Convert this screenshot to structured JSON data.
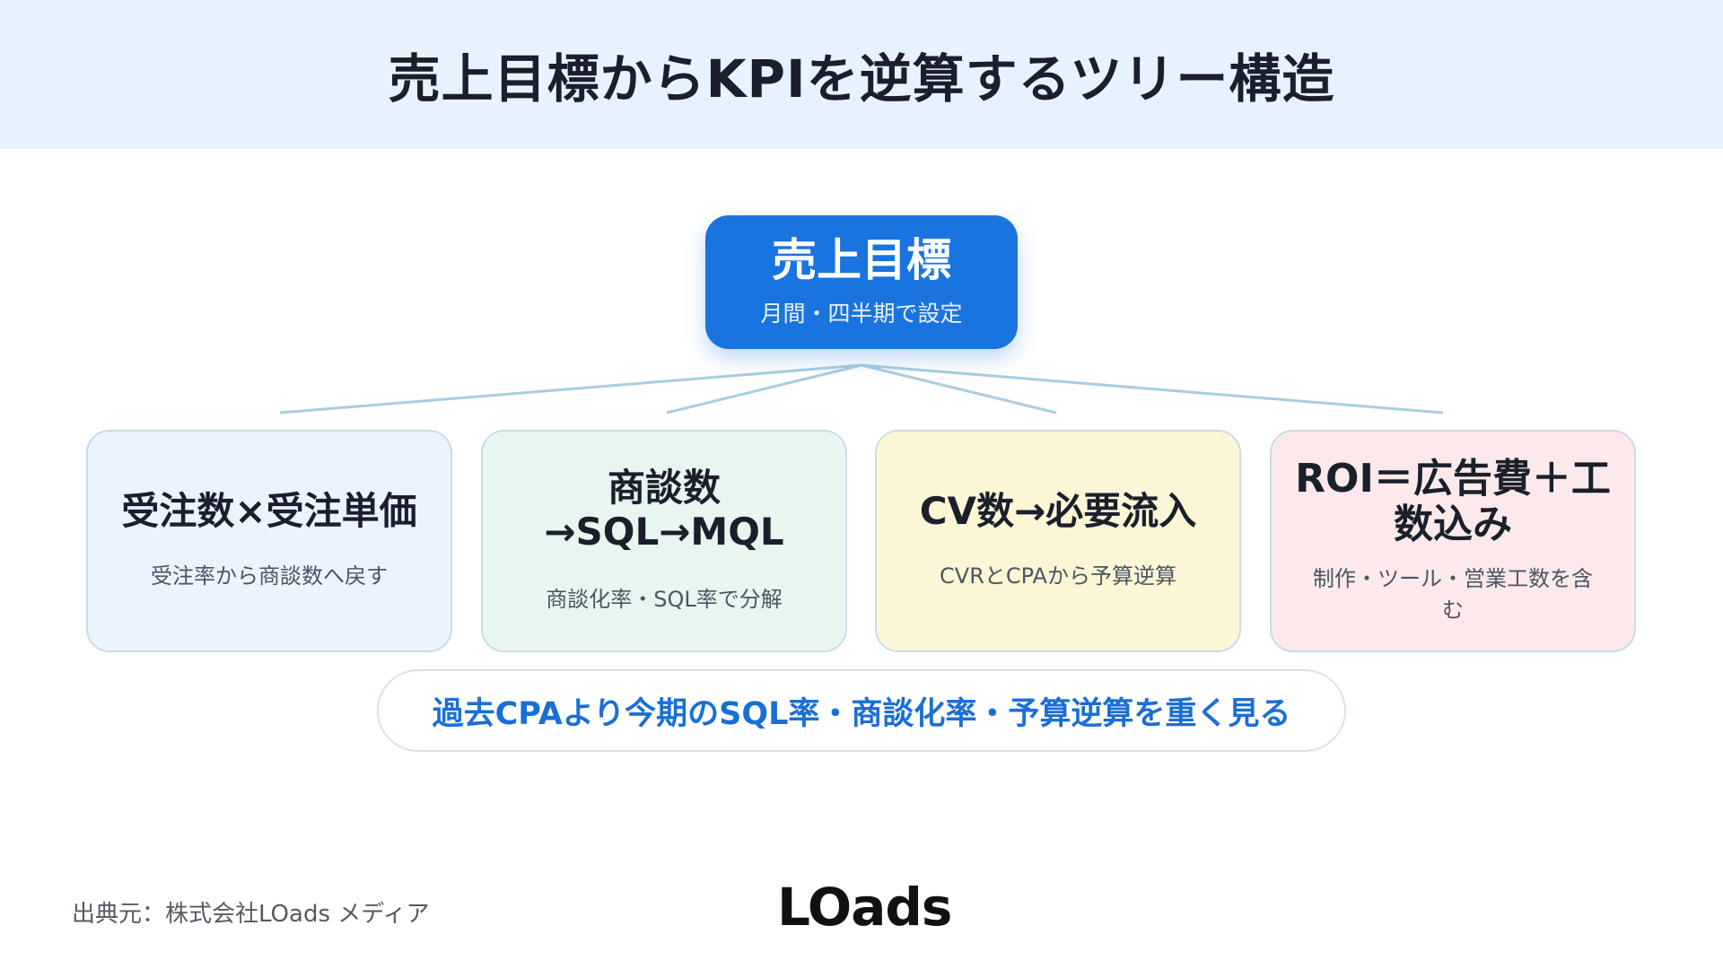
{
  "title": "売上目標からKPIを逆算するツリー構造",
  "root": {
    "title": "売上目標",
    "subtitle": "月間・四半期で設定"
  },
  "branches": [
    {
      "title": "受注数×受注単価",
      "subtitle": "受注率から商談数へ戻す",
      "color": "#eaf4fe"
    },
    {
      "title_line1": "商談数",
      "title_line2": "→SQL→MQL",
      "subtitle": "商談化率・SQL率で分解",
      "color": "#e8f6f1"
    },
    {
      "title": "CV数→必要流入",
      "subtitle": "CVRとCPAから予算逆算",
      "color": "#fdf6d6"
    },
    {
      "title_line1": "ROI＝広告費＋工",
      "title_line2": "数込み",
      "subtitle_line1": "制作・ツール・営業工数を含",
      "subtitle_line2": "む",
      "color": "#fde9eb"
    }
  ],
  "note": "過去CPAより今期のSQL率・商談化率・予算逆算を重く見る",
  "source": "出典元：株式会社LOads メディア",
  "logo": "LOads",
  "colors": {
    "header_bg": "#e6f3fc",
    "accent": "#1a74e0",
    "connector": "#a9cde0",
    "note_text": "#1a6fd6"
  }
}
